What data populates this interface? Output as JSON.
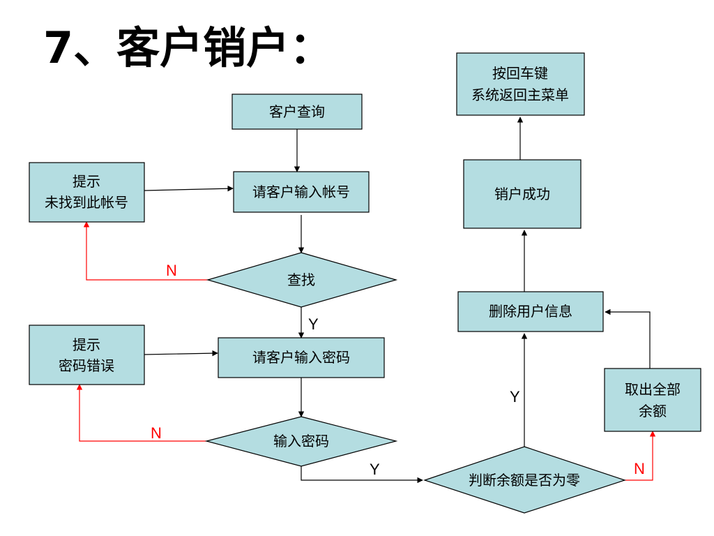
{
  "title": "7、客户销户：",
  "nodes": {
    "query": [
      "客户查询"
    ],
    "input_account": [
      "请客户输入帐号"
    ],
    "not_found": [
      "提示",
      "未找到此帐号"
    ],
    "find": [
      "查找"
    ],
    "input_password_prompt": [
      "请客户输入密码"
    ],
    "password_error": [
      "提示",
      "密码错误"
    ],
    "input_password": [
      "输入密码"
    ],
    "check_balance_zero": [
      "判断余额是否为零"
    ],
    "withdraw_all": [
      "取出全部",
      "余额"
    ],
    "delete_user_info": [
      "删除用户信息"
    ],
    "close_success": [
      "销户成功"
    ],
    "return_menu": [
      "按回车键",
      "系统返回主菜单"
    ]
  },
  "edge_labels": {
    "find_no": "N",
    "find_yes": "Y",
    "password_no": "N",
    "password_yes": "Y",
    "balance_zero_yes": "Y",
    "balance_zero_no": "N"
  },
  "colors": {
    "node_fill": "#b4dde1",
    "yes_path": "#000000",
    "no_path": "#ff0000"
  }
}
